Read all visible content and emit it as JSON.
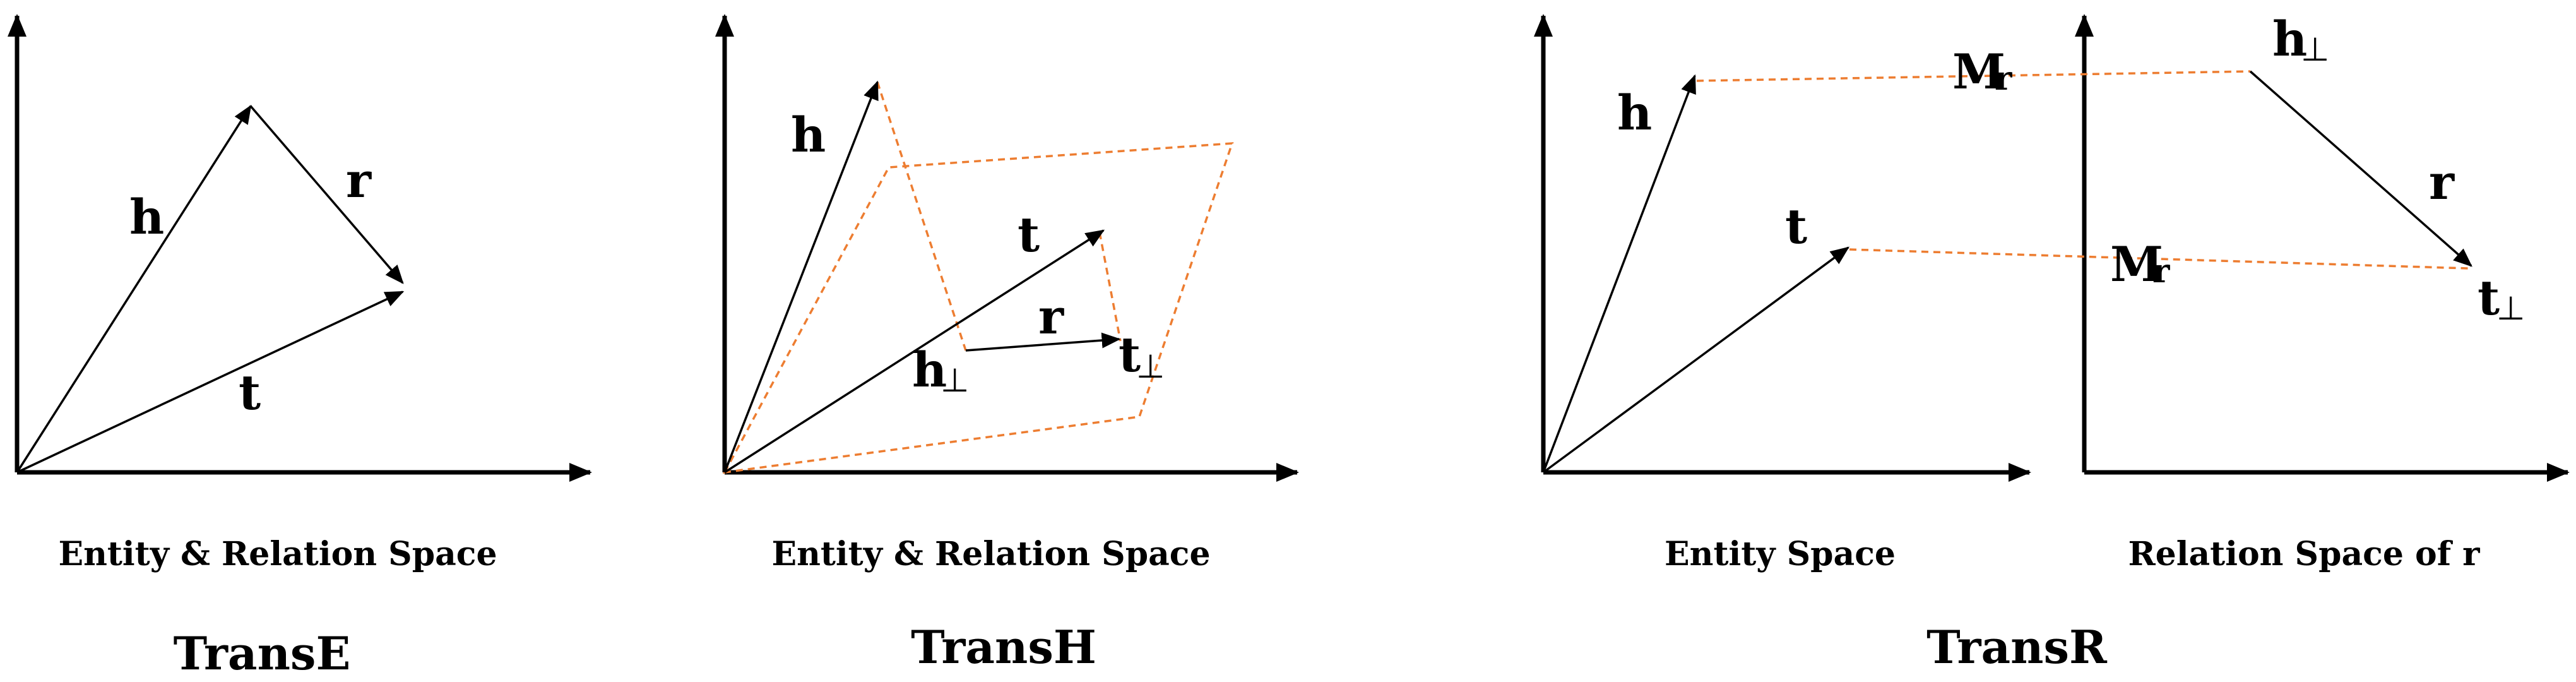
{
  "panels": {
    "transe": {
      "title": "TransE",
      "caption": "Entity & Relation Space",
      "labels": {
        "h": "h",
        "r": "r",
        "t": "t"
      }
    },
    "transh": {
      "title": "TransH",
      "caption": "Entity & Relation Space",
      "labels": {
        "h": "h",
        "t": "t",
        "r": "r",
        "h_perp": "h",
        "t_perp": "t",
        "perp_symbol": "⊥"
      }
    },
    "transr": {
      "title": "TransR",
      "entity_caption": "Entity Space",
      "relation_caption": "Relation Space of r",
      "labels": {
        "h": "h",
        "t": "t",
        "r": "r",
        "h_perp": "h",
        "t_perp": "t",
        "perp_symbol": "⊥",
        "matrix": "M",
        "matrix_sub": "r"
      }
    }
  },
  "colors": {
    "axis": "#000000",
    "vector": "#000000",
    "projection": "#ED7D31"
  }
}
